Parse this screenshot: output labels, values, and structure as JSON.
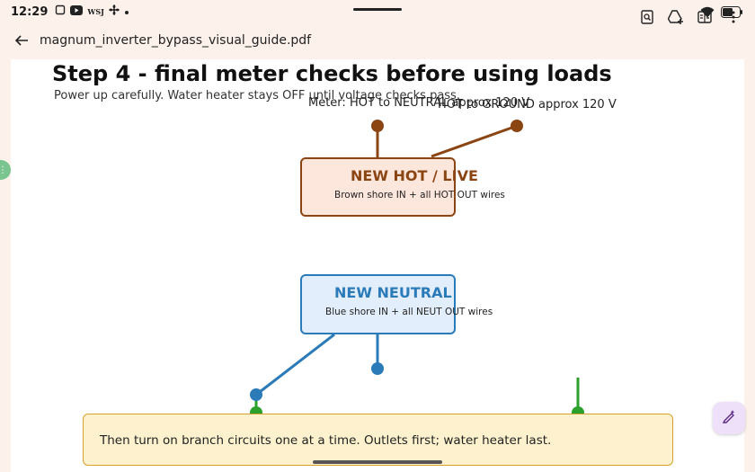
{
  "status_bar": {
    "time": "12:29",
    "icons": [
      "sim-icon",
      "youtube-icon",
      "wsj-icon",
      "fan-icon",
      "dot-icon"
    ],
    "wsj_text": "WSJ",
    "right_icons": [
      "wifi-icon",
      "battery-icon"
    ]
  },
  "app_bar": {
    "title": "magnum_inverter_bypass_visual_guide.pdf",
    "actions": [
      "search-doc-icon",
      "drive-add-icon",
      "reading-mode-icon",
      "more-vert-icon"
    ]
  },
  "document": {
    "step_title": "Step 4 - final meter checks before using loads",
    "step_subtitle": "Power up carefully. Water heater stays OFF until voltage checks pass.",
    "meter_label_1": "Meter: HOT to NEUTRAL approx 120 V",
    "meter_label_2": "HOT to GROUND approx 120 V",
    "hot_box": {
      "title": "NEW HOT / LIVE",
      "subtitle": "Brown shore IN + all HOT OUT wires"
    },
    "neutral_box": {
      "title": "NEW NEUTRAL",
      "subtitle": "Blue shore IN + all NEUT OUT wires"
    },
    "callout_text": "Then turn on branch circuits one at a time. Outlets first; water heater last."
  },
  "colors": {
    "hot": "#8b4513",
    "neutral": "#2b7bb9",
    "ground": "#2ca02c",
    "callout_bg": "#fdf2cd",
    "app_bg": "#fdf1ec",
    "fab_bg": "#efe0fa"
  }
}
